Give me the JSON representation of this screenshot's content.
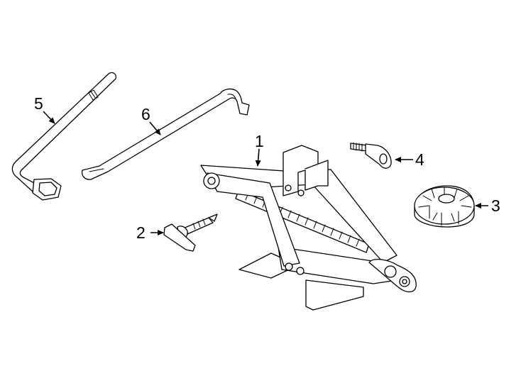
{
  "colors": {
    "line": "#000000",
    "background": "#ffffff"
  },
  "callouts": [
    {
      "id": "1",
      "label": "1"
    },
    {
      "id": "2",
      "label": "2"
    },
    {
      "id": "3",
      "label": "3"
    },
    {
      "id": "4",
      "label": "4"
    },
    {
      "id": "5",
      "label": "5"
    },
    {
      "id": "6",
      "label": "6"
    }
  ]
}
